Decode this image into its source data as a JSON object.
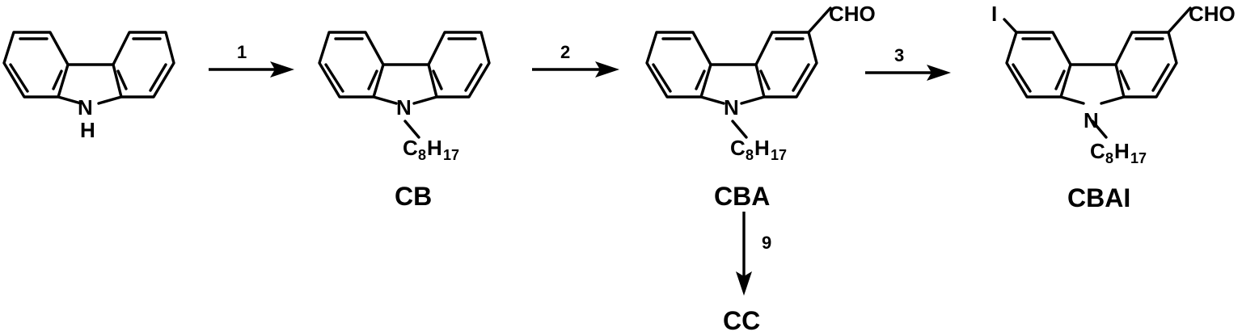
{
  "scheme": {
    "carbazole": {
      "nh_n": "N",
      "nh_h": "H"
    },
    "cb": {
      "n": "N",
      "chain_c": "C",
      "chain_c_sub": "8",
      "chain_h": "H",
      "chain_h_sub": "17",
      "name": "CB"
    },
    "cba": {
      "n": "N",
      "aldehyde": "CHO",
      "chain_c": "C",
      "chain_c_sub": "8",
      "chain_h": "H",
      "chain_h_sub": "17",
      "name": "CBA"
    },
    "cbai": {
      "n": "N",
      "iodo": "I",
      "aldehyde": "CHO",
      "chain_c": "C",
      "chain_c_sub": "8",
      "chain_h": "H",
      "chain_h_sub": "17",
      "name": "CBAI"
    },
    "cc": {
      "name": "CC"
    },
    "steps": {
      "s1": "1",
      "s2": "2",
      "s3": "3",
      "s9": "9"
    }
  }
}
